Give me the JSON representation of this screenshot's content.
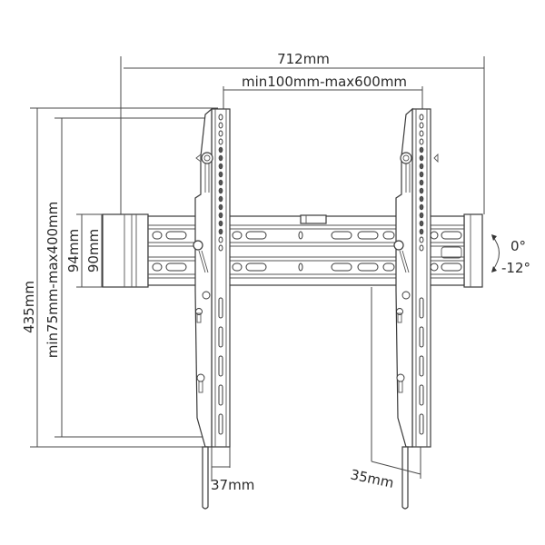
{
  "diagram": {
    "title": "Tilting TV wall mount technical drawing",
    "colors": {
      "line": "#3a3a3a",
      "text": "#2a2a2a",
      "background": "#ffffff"
    },
    "dimensions": {
      "overall_width": "712mm",
      "vesa_horizontal": "min100mm-max600mm",
      "overall_height": "435mm",
      "vesa_vertical": "min75mm-max400mm",
      "wall_plate_height_outer": "94mm",
      "wall_plate_height_inner": "90mm",
      "profile_depth_left": "37mm",
      "profile_depth_right": "35mm"
    },
    "tilt": {
      "up": "0°",
      "down": "-12°"
    },
    "icons": {
      "tilt_arrow": "curved-double-arrow-icon"
    }
  }
}
